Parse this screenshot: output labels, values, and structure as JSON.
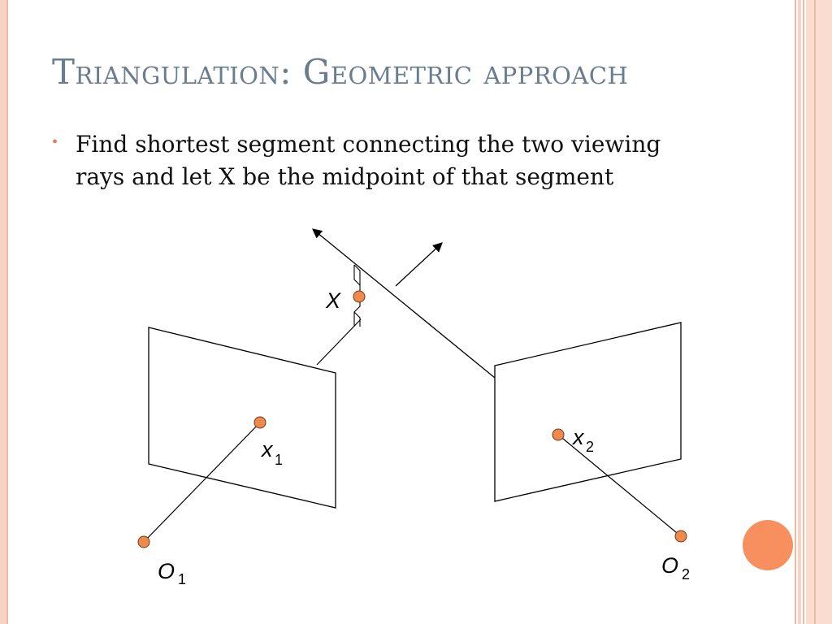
{
  "slide": {
    "title": "Triangulation: Geometric approach",
    "bullet": "Find shortest segment connecting the two viewing rays and let X be the midpoint of that segment"
  },
  "diagram": {
    "labels": {
      "X": "X",
      "x1_main": "x",
      "x1_sub": "1",
      "x2_main": "x",
      "x2_sub": "2",
      "O1_main": "O",
      "O1_sub": "1",
      "O2_main": "O",
      "O2_sub": "2"
    }
  },
  "colors": {
    "title": "#697d8e",
    "point_fill": "#f08a4b",
    "accent": "#f78f5f",
    "frame_light": "#f6d3c4",
    "frame_mid": "#f2b9a2"
  }
}
